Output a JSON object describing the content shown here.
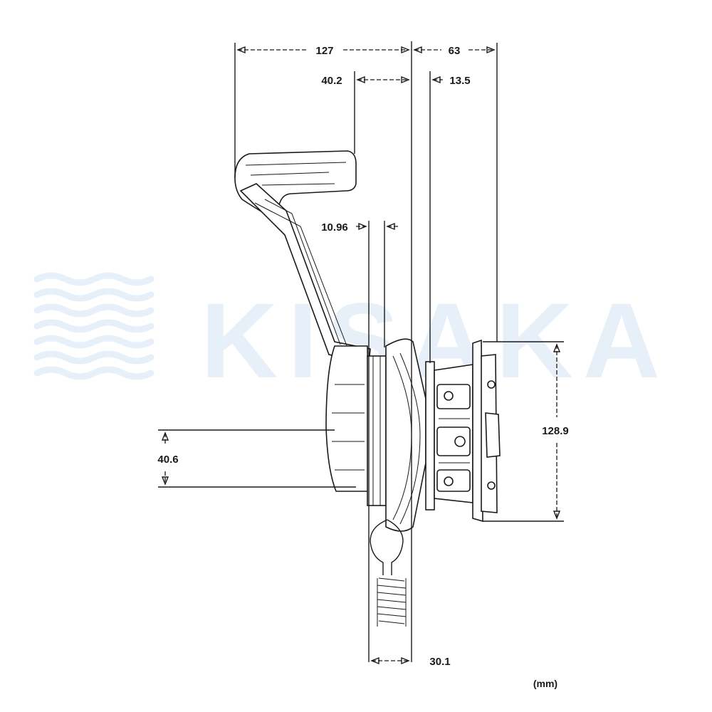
{
  "watermark": {
    "brand_text": "KISAKA"
  },
  "dimensions": {
    "overall_length": "127",
    "right_depth": "63",
    "handle_offset": "40.2",
    "flange_offset": "13.5",
    "shaft_gap": "10.96",
    "hub_height": "40.6",
    "body_height": "128.9",
    "cable_offset": "30.1"
  },
  "units_label": "(mm)"
}
